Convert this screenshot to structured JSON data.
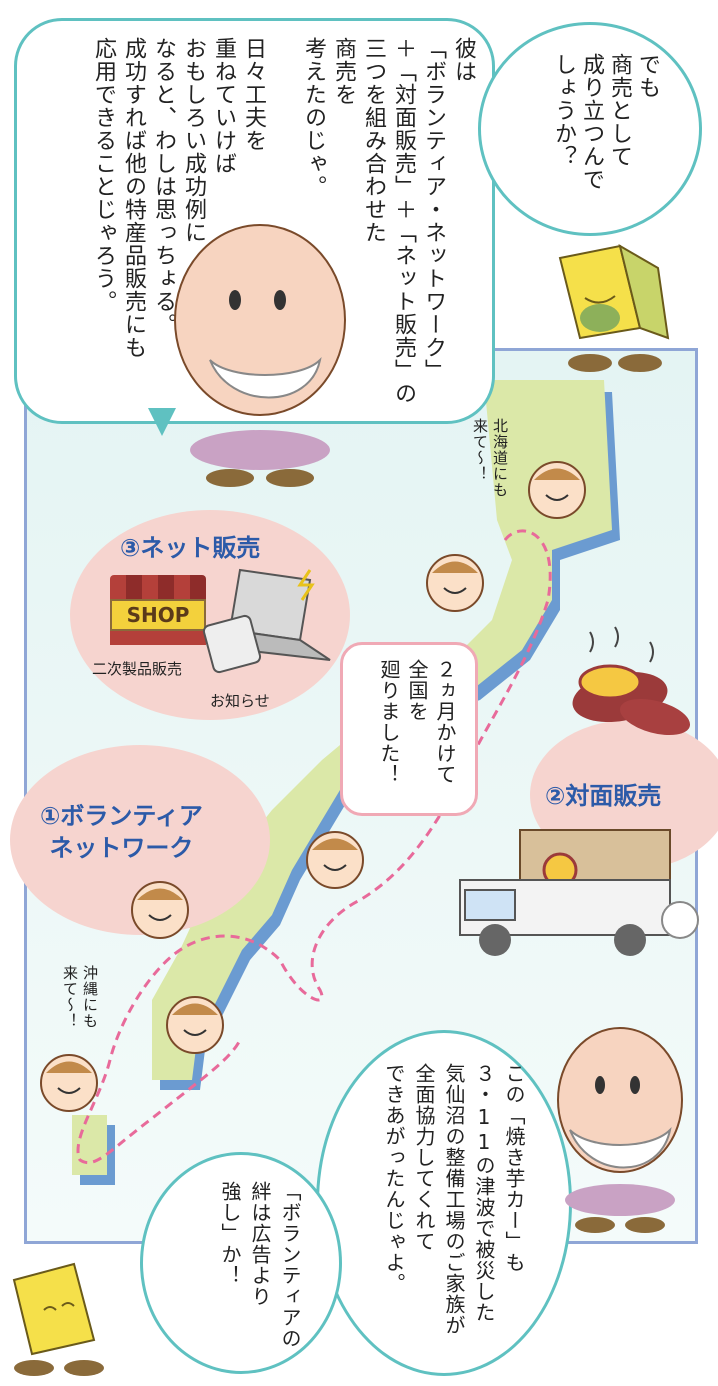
{
  "colors": {
    "bubble_border": "#5fc1c1",
    "map_frame": "#8fa6d6",
    "map_sky": "#e4f4f3",
    "land": "#dbe8a8",
    "land_shadow": "#6b9bd1",
    "pink_circle": "#f6d4cf",
    "route": "#e86a9a",
    "label_blue": "#2c5aa8"
  },
  "top_left_bubble": {
    "text": "彼は\n「ボランティア・ネットワーク」\n＋「対面販売」＋「ネット販売」の\n三つを組み合わせた\n商売を\n考えたのじゃ。\n\n日々工夫を\n重ねていけば\nおもしろい成功例に\nなると、わしは思っちょる。\n成功すれば他の特産品販売にも\n応用できることじゃろう。"
  },
  "top_right_bubble": {
    "text": "でも\n商売として\n成り立つんで\nしょうか？"
  },
  "net_sales": {
    "title": "③ネット販売",
    "shop_sign": "SHOP",
    "secondary_label": "二次製品販売",
    "notice_label": "お知らせ"
  },
  "face_to_face": {
    "title": "②対面販売"
  },
  "volunteer_network": {
    "title": "①ボランティア\nネットワーク"
  },
  "hokkaido_speech": {
    "text": "北海道にも\n来て〜！"
  },
  "okinawa_speech": {
    "text": "沖縄にも\n来て〜！"
  },
  "tour_bubble": {
    "text": "２ヵ月かけて\n全国を\n廻りました！"
  },
  "bottom_right_bubble": {
    "text": "この「焼き芋カー」も\n３・11の津波で被災した\n気仙沼の整備工場のご家族が\n全面協力してくれて\nできあがったんじゃよ。"
  },
  "bottom_left_bubble": {
    "text": "「ボランティアの\n絆は広告より\n強し」か！"
  },
  "icons": [
    "old-man-icon",
    "yellow-character-icon",
    "laptop-icon",
    "phone-icon",
    "shop-icon",
    "sweet-potato-icon",
    "truck-icon",
    "face-icon",
    "route-line-icon"
  ]
}
